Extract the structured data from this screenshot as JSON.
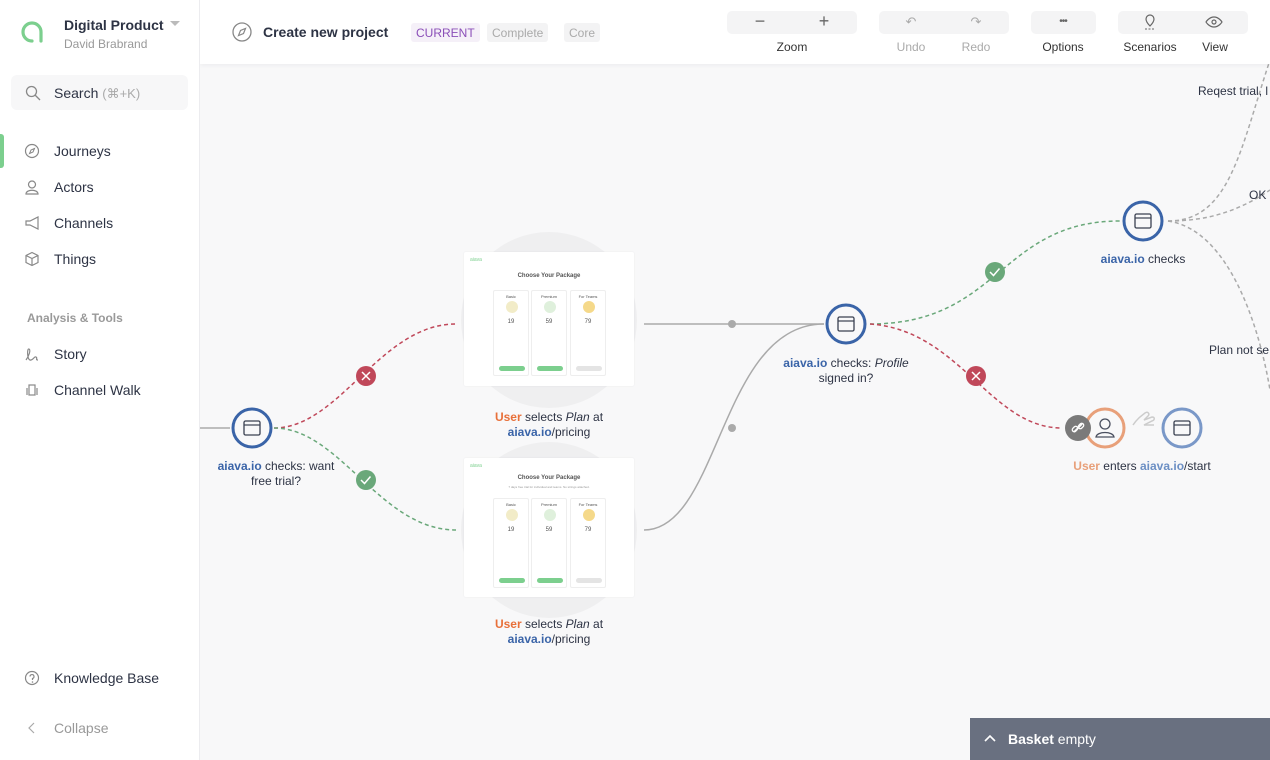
{
  "workspace": {
    "name": "Digital Product",
    "user": "David Brabrand"
  },
  "search": {
    "label": "Search",
    "hint": "(⌘+K)"
  },
  "nav": [
    {
      "label": "Journeys",
      "icon": "compass-icon",
      "active": true
    },
    {
      "label": "Actors",
      "icon": "person-icon"
    },
    {
      "label": "Channels",
      "icon": "megaphone-icon"
    },
    {
      "label": "Things",
      "icon": "box-icon"
    }
  ],
  "tools_section": "Analysis & Tools",
  "tools": [
    {
      "label": "Story",
      "icon": "story-icon"
    },
    {
      "label": "Channel Walk",
      "icon": "channel-walk-icon"
    }
  ],
  "footer": {
    "knowledge_base": "Knowledge Base",
    "collapse": "Collapse"
  },
  "header": {
    "title": "Create new project",
    "badges": [
      "CURRENT",
      "Complete",
      "Core"
    ]
  },
  "toolbar": {
    "zoom": "Zoom",
    "undo": "Undo",
    "redo": "Redo",
    "options": "Options",
    "scenarios": "Scenarios",
    "view": "View"
  },
  "nodes": {
    "a": {
      "prefix": "aiava.io",
      "text": " checks: want free trial?"
    },
    "screen1": {
      "actor": "User",
      "mid": " selects ",
      "plan": "Plan",
      "at": " at",
      "site": "aiava.io",
      "path": "/pricing"
    },
    "screen2": {
      "actor": "User",
      "mid": " selects ",
      "plan": "Plan",
      "at": " at",
      "site": "aiava.io",
      "path": "/pricing"
    },
    "b": {
      "prefix": "aiava.io",
      "text": " checks: ",
      "italic": "Profile",
      "rest": " signed in?"
    },
    "c": {
      "prefix": "aiava.io",
      "text": " checks"
    },
    "d": {
      "actor": "User",
      "mid": " enters ",
      "site": "aiava.io",
      "path": "/start"
    }
  },
  "edges": {
    "request_trial": "Reqest trial, l",
    "ok": "OK",
    "plan_not": "Plan not se"
  },
  "mockup": {
    "brand": "aiava",
    "title": "Choose Your Package",
    "subtitle": "7 days free trial for individual and teams. No strings attached.",
    "plans": [
      {
        "name": "Basic",
        "price": "19"
      },
      {
        "name": "Premium",
        "price": "59"
      },
      {
        "name": "For Teams",
        "price": "79"
      }
    ]
  },
  "basket": {
    "label": "Basket",
    "status": " empty"
  },
  "colors": {
    "accent": "#7ccf8e",
    "node": "#3a64a8",
    "actor": "#e8703a",
    "success": "#6aa87a",
    "fail": "#c0485a",
    "basket": "#697080"
  }
}
